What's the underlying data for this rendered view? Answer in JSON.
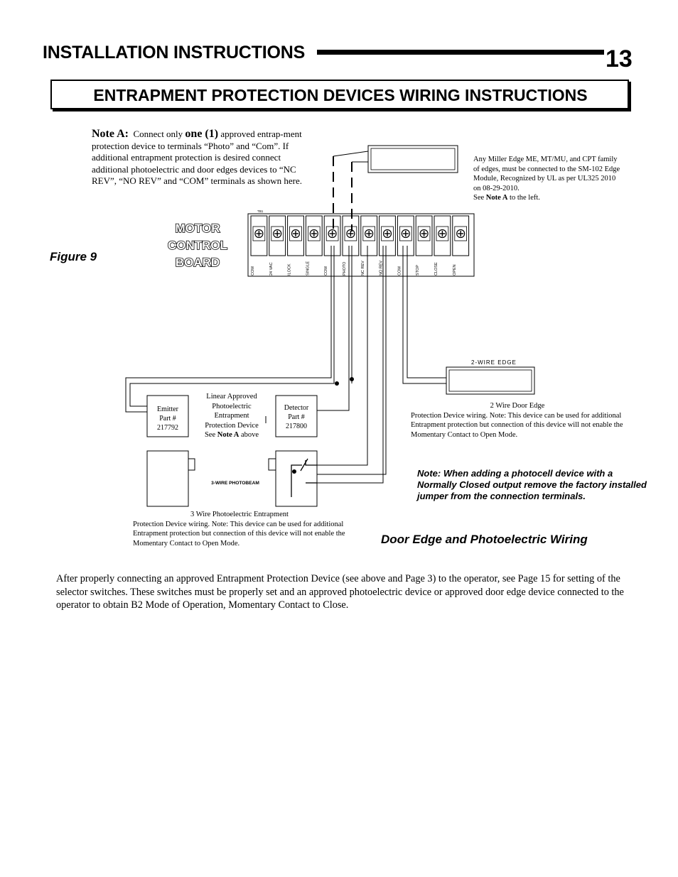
{
  "header": {
    "title": "INSTALLATION INSTRUCTIONS",
    "page_number": "13"
  },
  "section": {
    "title": "ENTRAPMENT PROTECTION DEVICES WIRING INSTRUCTIONS"
  },
  "note_a": {
    "label": "Note A:",
    "part1": "Connect only ",
    "one": "one (1)",
    "part2": " approved entrap-ment protection device to terminals “Photo” and “Com”.  If additional entrapment protection is desired connect additional photoelectric and door edges devices to “NC REV”, “NO REV” and “COM” terminals as shown here."
  },
  "figure_label": "Figure 9",
  "motor_control_board": {
    "line1": "MOTOR",
    "line2": "CONTROL",
    "line3": "BOARD"
  },
  "terminal_strip": {
    "corner_label": "TB1",
    "terminals": [
      "COM",
      "24 VAC",
      "ILOCK",
      "SINGLE",
      "COM",
      "PHOTO",
      "NC REV",
      "NO REV",
      "COM",
      "STOP",
      "CLOSE",
      "OPEN"
    ]
  },
  "miller_note": {
    "text": "Any Miller Edge ME, MT/MU, and CPT family of edges, must be connected to the SM-102 Edge Module, Recognized by UL as per UL325 2010 on 08-29-2010.",
    "see": "See ",
    "note_ref": "Note A",
    "tail": " to the left."
  },
  "edge_label": "2-WIRE EDGE",
  "emitter": {
    "line1": "Emitter",
    "line2": "Part #",
    "line3": "217792"
  },
  "detector": {
    "line1": "Detector",
    "line2": "Part #",
    "line3": "217800"
  },
  "linear_device": {
    "line1": "Linear Approved",
    "line2": "Photoelectric",
    "line3": "Entrapment",
    "line4": "Protection Device",
    "line5_pre": "See ",
    "line5_ref": "Note A",
    "line5_post": " above"
  },
  "photobeam_label": "3-WIRE PHOTOBEAM",
  "w2_caption": {
    "title": "2 Wire Door Edge",
    "body": "Protection Device wiring. Note: This device can be used for additional Entrapment protection but connection of this device will not enable the Momentary Contact to Open Mode."
  },
  "w3_caption": {
    "title": "3 Wire Photoelectric Entrapment",
    "body": "Protection Device wiring. Note: This device can be used for additional Entrapment protection but connection of this device will not enable the Momentary Contact to Open Mode."
  },
  "photocell_note": "Note: When adding a photocell device with a Normally Closed output remove the factory installed jumper from the connection terminals.",
  "door_edge_title": "Door Edge and Photoelectric Wiring",
  "body_paragraph": "After properly connecting an approved Entrapment Protection Device (see above and Page 3) to the operator, see Page 15 for setting of the selector switches.  These switches must be properly set and an approved photoelectric device or approved door edge device connected to the operator to obtain B2 Mode of Operation, Momentary Contact to Close."
}
